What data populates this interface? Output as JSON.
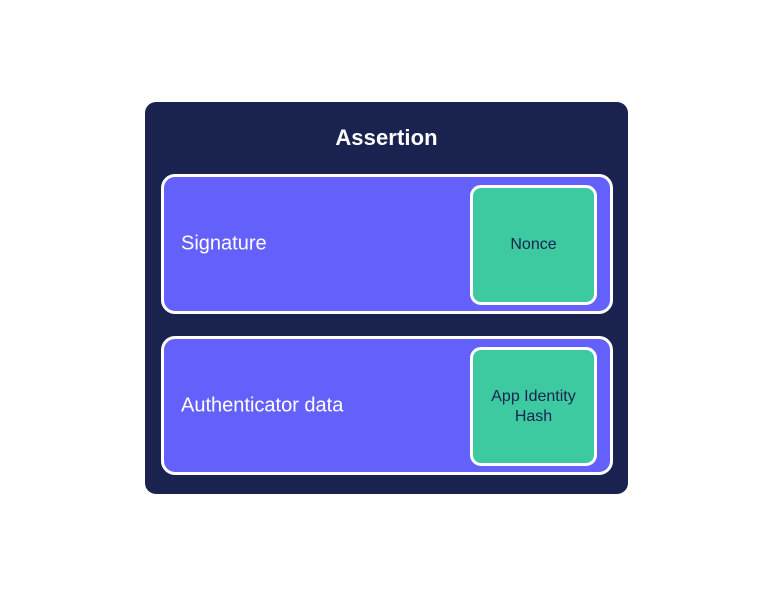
{
  "diagram": {
    "title": "Assertion",
    "colors": {
      "card_background": "#1a2250",
      "field_background": "#6460fb",
      "subfield_background": "#3ecaa0",
      "border": "#ffffff",
      "title_text": "#ffffff",
      "field_text": "#ffffff",
      "subfield_text": "#1a2250",
      "page_background": "#ffffff"
    },
    "rows": [
      {
        "label": "Signature",
        "subfield": "Nonce"
      },
      {
        "label": "Authenticator data",
        "subfield": "App Identity Hash"
      }
    ]
  }
}
